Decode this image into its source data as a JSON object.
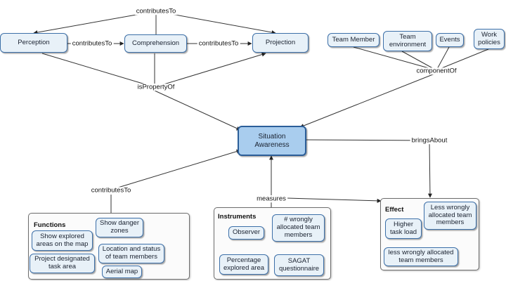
{
  "concepts": {
    "perception": "Perception",
    "comprehension": "Comprehension",
    "projection": "Projection",
    "team_member": "Team Member",
    "team_environment": "Team environment",
    "events": "Events",
    "work_policies": "Work policies",
    "situation_awareness": "Situation Awareness"
  },
  "link_labels": {
    "contributes_to_top": "contributesTo",
    "contributes_to_pc": "contributesTo",
    "contributes_to_cp": "contributesTo",
    "is_property_of": "isPropertyOf",
    "component_of": "componentOf",
    "brings_about": "bringsAbout",
    "contributes_to_functions": "contributesTo",
    "measures": "measures"
  },
  "groups": {
    "functions": {
      "title": "Functions",
      "items": [
        "Show explored areas on the map",
        "Show danger zones",
        "Location and status of team members",
        "Project designated task area",
        "Aerial map"
      ]
    },
    "instruments": {
      "title": "Instruments",
      "items": [
        "Observer",
        "# wrongly allocated team members",
        "Percentage explored area",
        "SAGAT questionnaire"
      ]
    },
    "effect": {
      "title": "Effect",
      "items": [
        "Higher task load",
        "Less wrongly allocated team members",
        "less wrongly allocated team members"
      ]
    }
  }
}
